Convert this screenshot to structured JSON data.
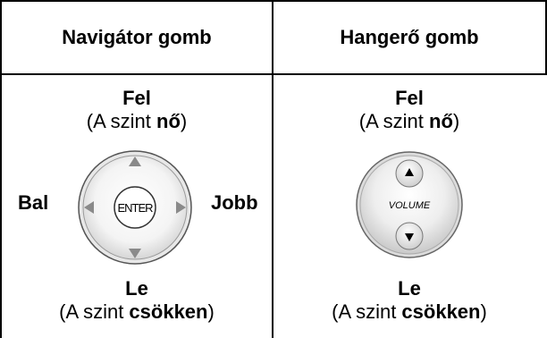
{
  "table": {
    "columns": [
      {
        "header": "Navigátor gomb",
        "up_title": "Fel",
        "up_prefix": "(A szint ",
        "up_bold": "nő",
        "up_suffix": ")",
        "left_label": "Bal",
        "right_label": "Jobb",
        "center_label": "ENTER",
        "down_title": "Le",
        "down_prefix": "(A szint ",
        "down_bold": "csökken",
        "down_suffix": ")"
      },
      {
        "header": "Hangerő gomb",
        "up_title": "Fel",
        "up_prefix": "(A szint ",
        "up_bold": "nő",
        "up_suffix": ")",
        "center_label": "VOLUME",
        "down_title": "Le",
        "down_prefix": "(A szint ",
        "down_bold": "csökken",
        "down_suffix": ")"
      }
    ]
  }
}
